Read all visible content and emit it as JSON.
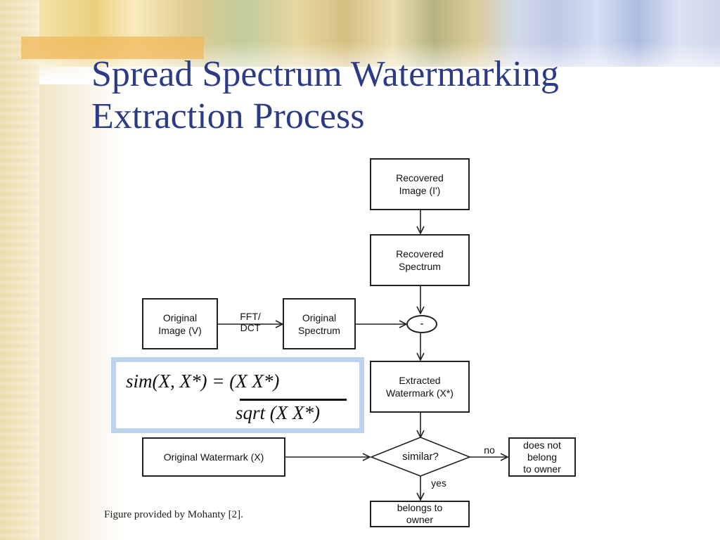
{
  "slide": {
    "title_line1": "Spread Spectrum Watermarking",
    "title_line2": "Extraction Process",
    "caption": "Figure provided by Mohanty [2].",
    "title_color": "#2d3b86"
  },
  "diagram": {
    "nodes": {
      "recovered_image": {
        "line1": "Recovered",
        "line2": "Image (I')"
      },
      "recovered_spectrum": {
        "line1": "Recovered",
        "line2": "Spectrum"
      },
      "original_image": {
        "line1": "Original",
        "line2": "Image (V)"
      },
      "original_spectrum": {
        "line1": "Original",
        "line2": "Spectrum"
      },
      "subtract": {
        "label": "-"
      },
      "extracted_watermark": {
        "line1": "Extracted",
        "line2": "Watermark (X*)"
      },
      "original_watermark": {
        "label": "Original Watermark (X)"
      },
      "similar": {
        "label": "similar?"
      },
      "not_belong": {
        "line1": "does not",
        "line2": "belong",
        "line3": "to owner"
      },
      "belongs": {
        "line1": "belongs to",
        "line2": "owner"
      }
    },
    "edge_labels": {
      "fft_line1": "FFT/",
      "fft_line2": "DCT",
      "no": "no",
      "yes": "yes"
    }
  },
  "formula": {
    "numerator": "sim(X, X*) = (X X*)",
    "denominator": "sqrt (X X*)"
  }
}
